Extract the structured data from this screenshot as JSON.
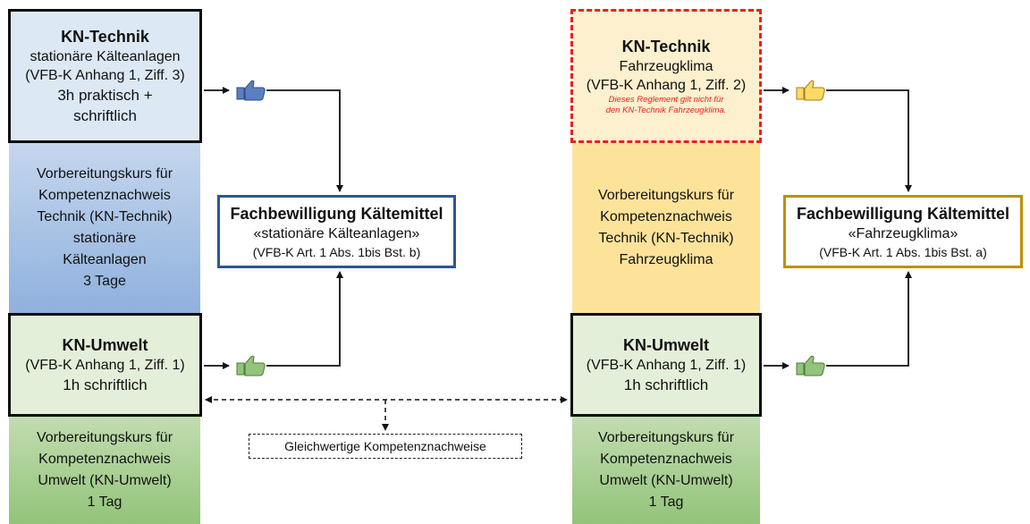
{
  "left": {
    "kn_tech": {
      "title": "KN-Technik",
      "line1": "stationäre Kälteanlagen",
      "line2": "(VFB-K Anhang 1, Ziff. 3)",
      "line3": "3h praktisch +",
      "line4": "schriftlich"
    },
    "course": [
      "Vorbereitungskurs für",
      "Kompetenznachweis",
      "Technik (KN-Technik)",
      "stationäre",
      "Kälteanlagen",
      "3 Tage"
    ],
    "kn_umwelt": {
      "title": "KN-Umwelt",
      "line1": "(VFB-K Anhang 1, Ziff. 1)",
      "line2": "1h schriftlich"
    },
    "course_umwelt": [
      "Vorbereitungskurs für",
      "Kompetenznachweis",
      "Umwelt (KN-Umwelt)",
      "1 Tag"
    ]
  },
  "right": {
    "kn_tech": {
      "title": "KN-Technik",
      "line1": "Fahrzeugklima",
      "line2": "(VFB-K Anhang 1, Ziff. 2)",
      "note1": "Dieses Reglement gilt nicht für",
      "note2": "den KN-Technik Fahrzeugklima."
    },
    "course": [
      "Vorbereitungskurs für",
      "Kompetenznachweis",
      "Technik (KN-Technik)",
      "Fahrzeugklima"
    ],
    "kn_umwelt": {
      "title": "KN-Umwelt",
      "line1": "(VFB-K Anhang 1, Ziff. 1)",
      "line2": "1h schriftlich"
    },
    "course_umwelt": [
      "Vorbereitungskurs für",
      "Kompetenznachweis",
      "Umwelt (KN-Umwelt)",
      "1 Tag"
    ]
  },
  "permit_stat": {
    "title": "Fachbewilligung Kältemittel",
    "subtitle": "«stationäre Kälteanlagen»",
    "ref": "(VFB-K Art. 1 Abs. 1bis Bst. b)"
  },
  "permit_fz": {
    "title": "Fachbewilligung Kältemittel",
    "subtitle": "«Fahrzeugklima»",
    "ref": "(VFB-K Art. 1 Abs. 1bis Bst. a)"
  },
  "equivalence": "Gleichwertige Kompetenznachweise",
  "colors": {
    "blue_border": "#2e5597",
    "gold_border": "#bf9000",
    "red_dashed": "#e8221e",
    "thumb_blue": "#5b80c2",
    "thumb_yellow": "#ffd966",
    "thumb_green": "#92c47b"
  },
  "icons": [
    "thumbs-up-blue-icon",
    "thumbs-up-yellow-icon",
    "thumbs-up-green-icon"
  ]
}
